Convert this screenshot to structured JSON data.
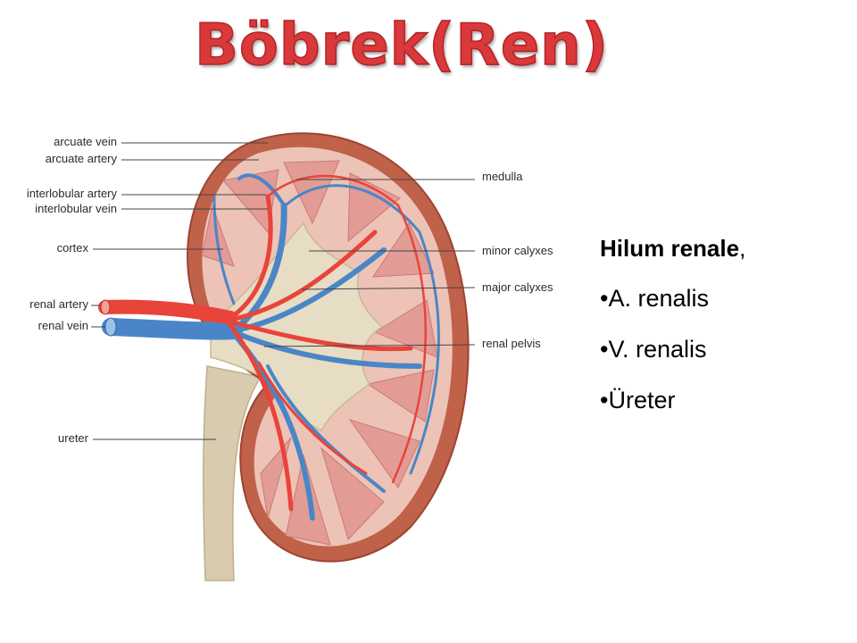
{
  "title": "Böbrek(Ren)",
  "diagram": {
    "labels_left": [
      "arcuate vein",
      "arcuate artery",
      "interlobular artery",
      "interlobular vein",
      "cortex",
      "renal artery",
      "renal vein",
      "ureter"
    ],
    "labels_right": [
      "medulla",
      "minor calyxes",
      "major calyxes",
      "renal pelvis"
    ],
    "colors": {
      "capsule": "#c0614a",
      "cortex": "#edc3b7",
      "medulla": "#e29c95",
      "pelvis": "#e7dcc4",
      "ureter": "#d8cbb0",
      "artery": "#e8443a",
      "vein": "#4a86c7"
    }
  },
  "sidebar": {
    "hilum_bold": "Hilum renale",
    "hilum_suffix": ",",
    "bullets": [
      "•A. renalis",
      "•V. renalis",
      "•Üreter"
    ]
  }
}
